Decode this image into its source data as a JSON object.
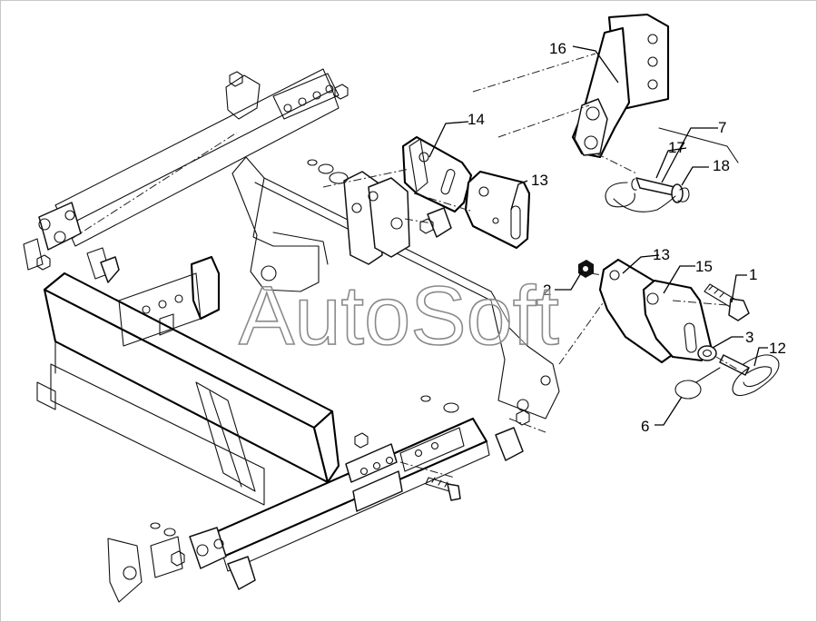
{
  "watermark": "AutoSoft",
  "callouts": {
    "c1": "1",
    "c2": "2",
    "c3": "3",
    "c6": "6",
    "c7": "7",
    "c12": "12",
    "c13a": "13",
    "c13b": "13",
    "c14": "14",
    "c15": "15",
    "c16": "16",
    "c17": "17",
    "c18": "18"
  }
}
